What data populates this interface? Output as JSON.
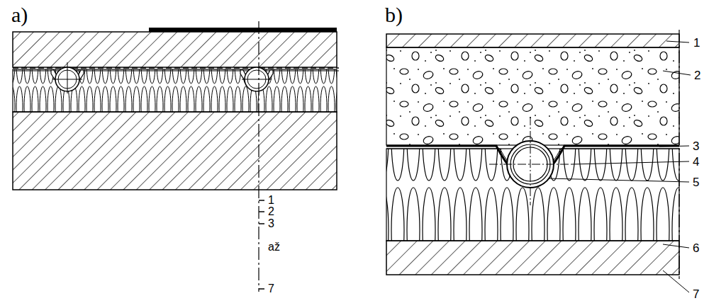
{
  "diagram": {
    "labels": [
      "a)",
      "b)",
      "1",
      "2",
      "3",
      "4",
      "5",
      "6",
      "7",
      "1",
      "2",
      "3",
      "až",
      "7"
    ]
  }
}
